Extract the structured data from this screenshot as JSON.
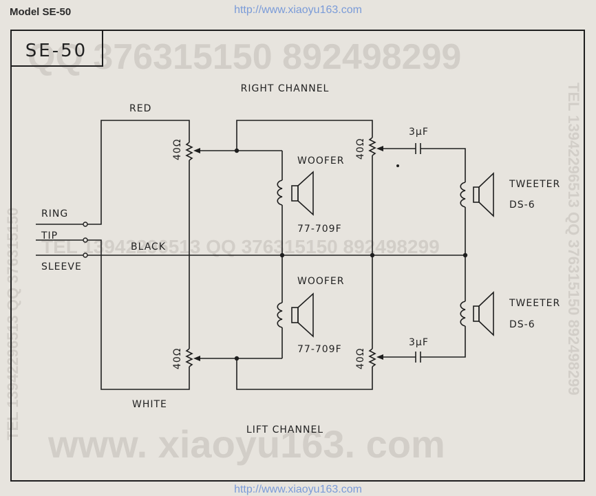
{
  "header": {
    "model": "Model SE-50",
    "url_top": "http://www.xiaoyu163.com",
    "url_bottom": "http://www.xiaoyu163.com"
  },
  "watermarks": {
    "qq_top": "QQ 376315150   892498299",
    "mid_line": "TEL 13942296513   QQ 376315150 892498299",
    "bottom": "www. xiaoyu163. com",
    "left_vertical": "TEL 13942296513  QQ 376315150",
    "right_vertical": "TEL 13942296513  QQ 376315150 892498299"
  },
  "diagram": {
    "title_box": "SE-50",
    "right_channel": "RIGHT CHANNEL",
    "left_channel": "LIFT CHANNEL",
    "wires": {
      "red": "RED",
      "black": "BLACK",
      "white": "WHITE"
    },
    "jack": {
      "ring": "RING",
      "tip": "TIP",
      "sleeve": "SLEEVE"
    },
    "resistors": [
      "40Ω",
      "40Ω",
      "40Ω",
      "40Ω"
    ],
    "capacitors": [
      "3μF",
      "3μF"
    ],
    "woofers": [
      {
        "label": "WOOFER",
        "part": "77-709F"
      },
      {
        "label": "WOOFER",
        "part": "77-709F"
      }
    ],
    "tweeters": [
      {
        "label": "TWEETER",
        "part": "DS-6"
      },
      {
        "label": "TWEETER",
        "part": "DS-6"
      }
    ]
  }
}
